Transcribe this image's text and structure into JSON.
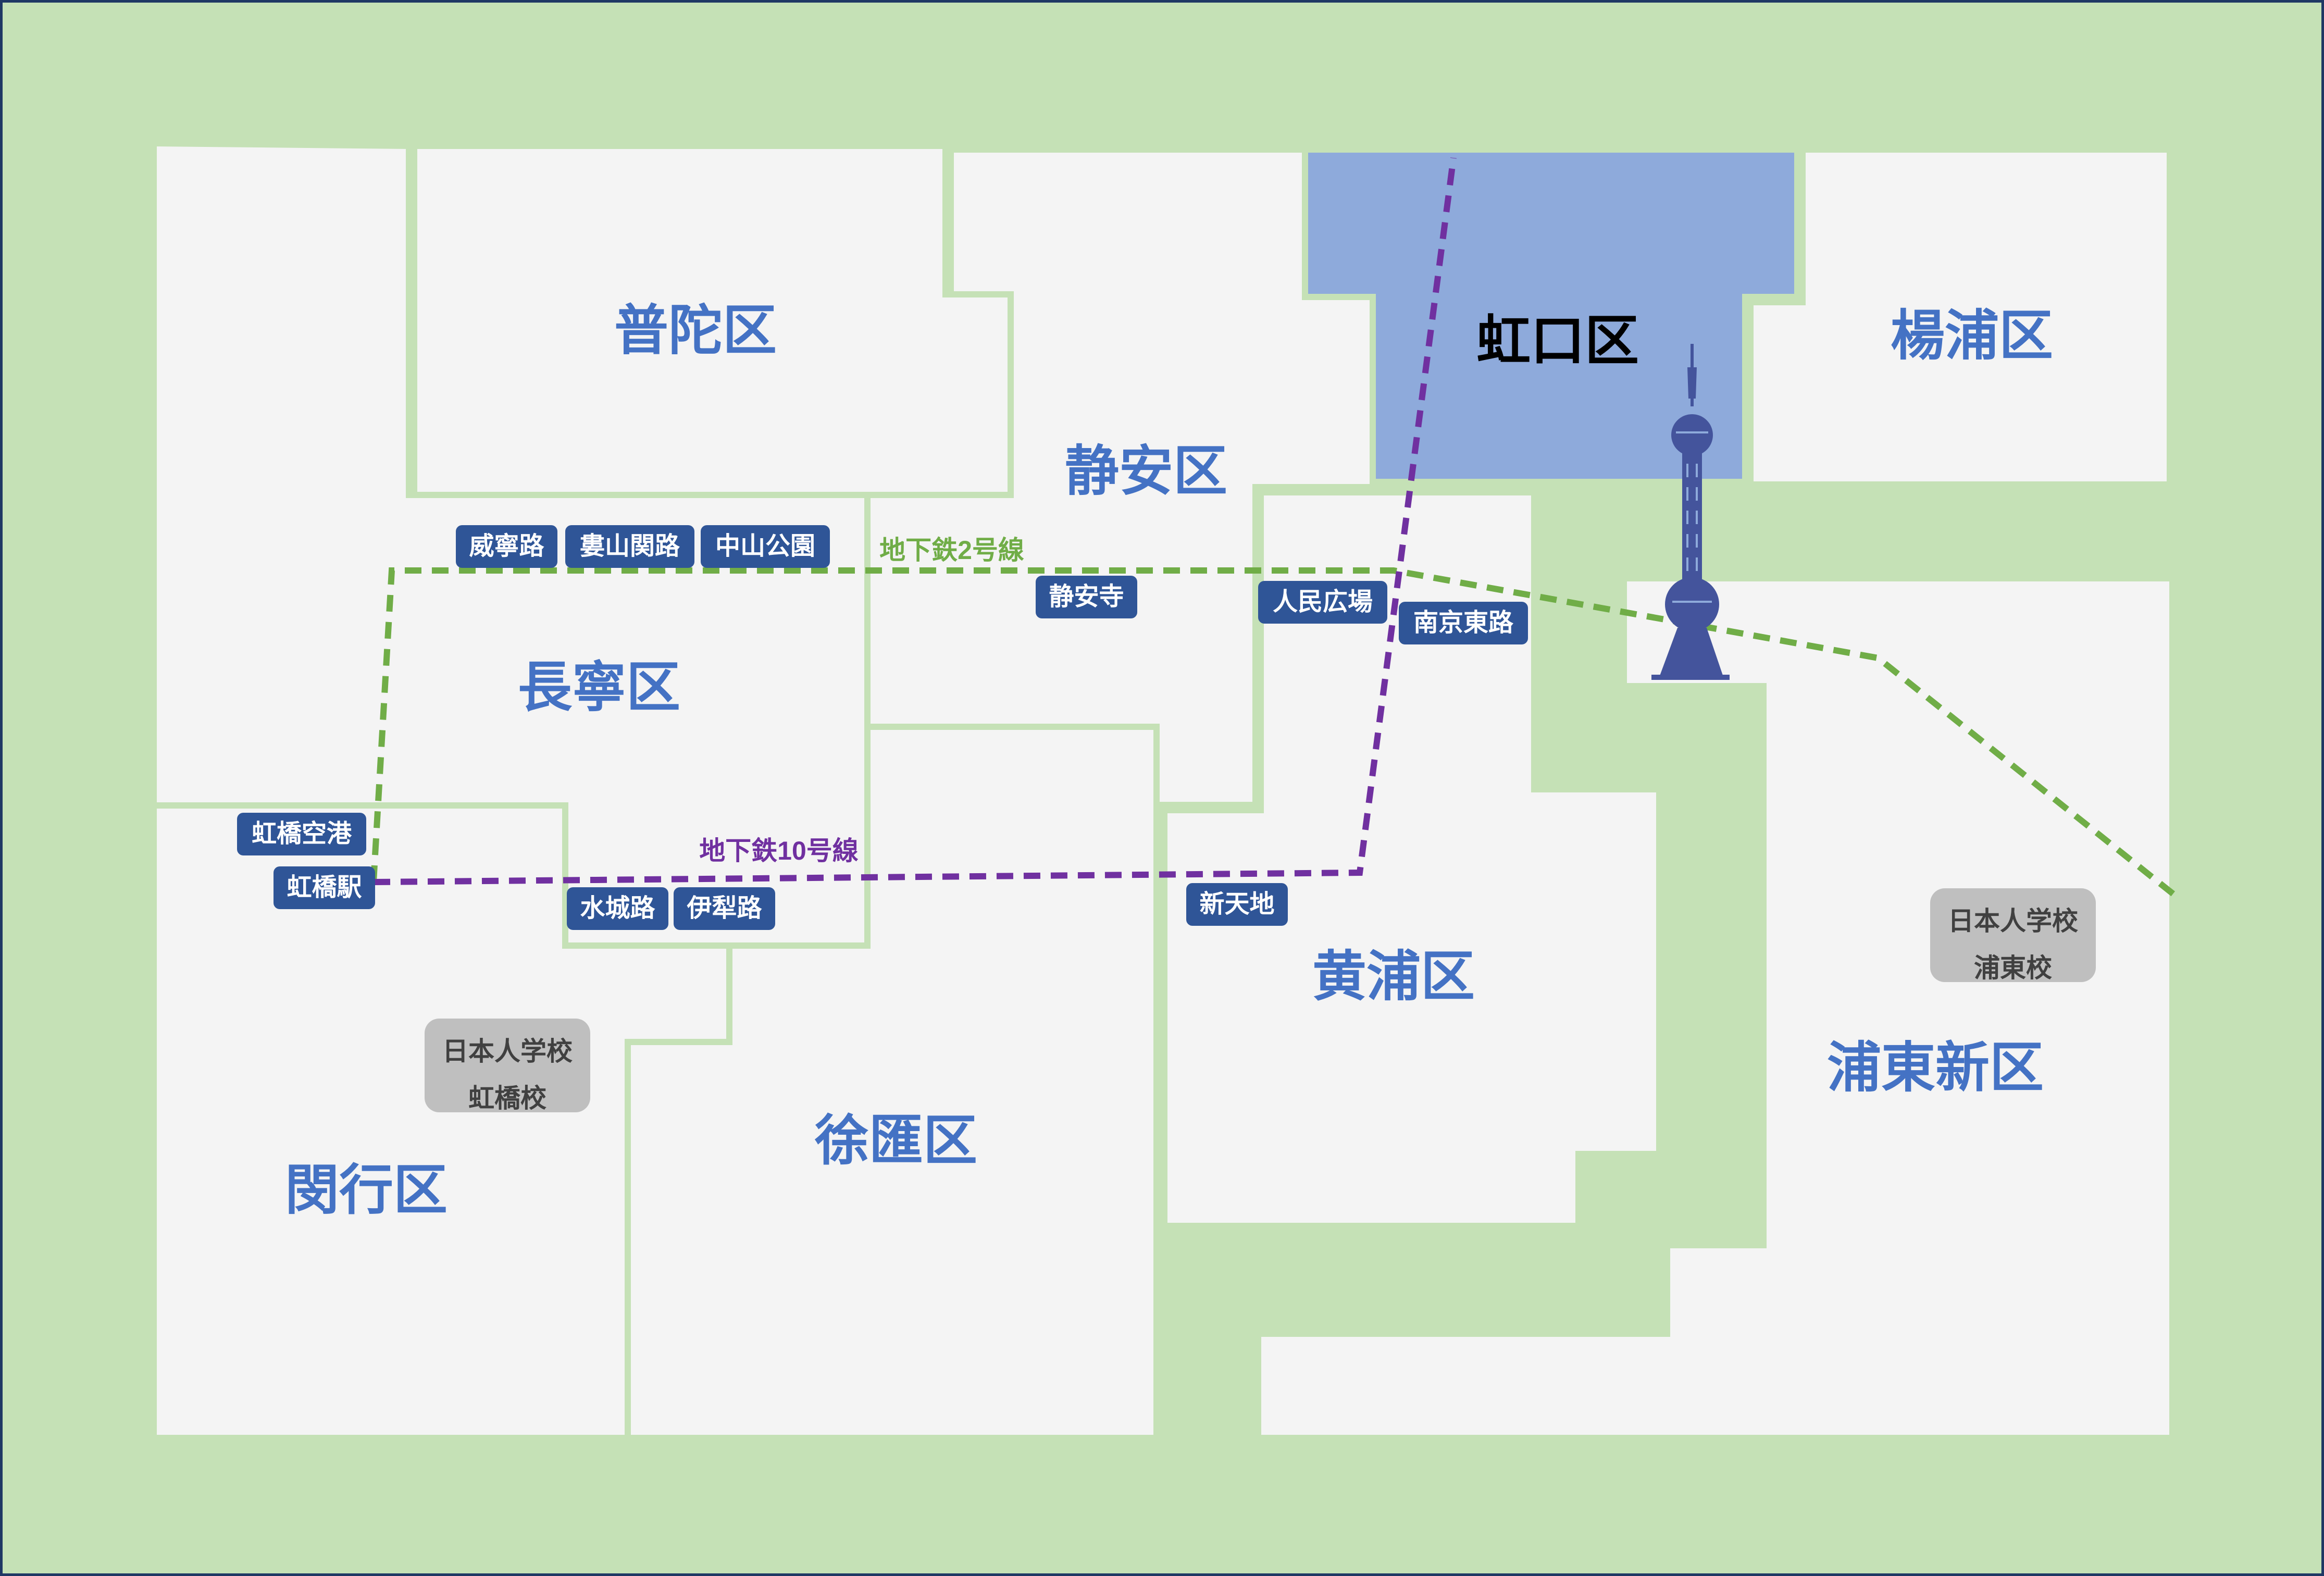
{
  "colors": {
    "water": "#c5e1b6",
    "district_fill": "#f4f4f4",
    "district_border": "#c5e1b6",
    "highlight_district": "#8eaadb",
    "district_label": "#4472c4",
    "station_badge": "#2f5597",
    "school_badge": "#bfbfbf",
    "metro_line_2": "#70ad47",
    "metro_line_10": "#7030a0",
    "tower": "#44549c"
  },
  "districts": [
    {
      "id": "putuo",
      "name": "普陀区"
    },
    {
      "id": "jingan",
      "name": "静安区"
    },
    {
      "id": "hongkou",
      "name": "虹口区",
      "highlighted": true
    },
    {
      "id": "yangpu",
      "name": "楊浦区"
    },
    {
      "id": "changning",
      "name": "長寧区"
    },
    {
      "id": "huangpu",
      "name": "黄浦区"
    },
    {
      "id": "pudong",
      "name": "浦東新区"
    },
    {
      "id": "xuhui",
      "name": "徐匯区"
    },
    {
      "id": "minhang",
      "name": "閔行区"
    }
  ],
  "metro_lines": [
    {
      "id": "line-2",
      "name": "地下鉄2号線",
      "color": "#70ad47"
    },
    {
      "id": "line-10",
      "name": "地下鉄10号線",
      "color": "#7030a0"
    }
  ],
  "stations": [
    {
      "id": "weining-road",
      "name": "威寧路"
    },
    {
      "id": "loushanguan-road",
      "name": "婁山関路"
    },
    {
      "id": "zhongshan-park",
      "name": "中山公園"
    },
    {
      "id": "jingan-temple",
      "name": "静安寺"
    },
    {
      "id": "peoples-square",
      "name": "人民広場"
    },
    {
      "id": "east-nanjing-road",
      "name": "南京東路"
    },
    {
      "id": "hongqiao-airport",
      "name": "虹橋空港"
    },
    {
      "id": "hongqiao-station",
      "name": "虹橋駅"
    },
    {
      "id": "shuicheng-road",
      "name": "水城路"
    },
    {
      "id": "yili-road",
      "name": "伊犁路"
    },
    {
      "id": "xintiandi",
      "name": "新天地"
    }
  ],
  "schools": [
    {
      "id": "hongqiao-school",
      "lines": [
        "日本人学校",
        "虹橋校"
      ]
    },
    {
      "id": "pudong-school",
      "lines": [
        "日本人学校",
        "浦東校"
      ]
    }
  ],
  "landmarks": [
    {
      "id": "oriental-pearl-tower",
      "icon": "tv-tower-icon"
    }
  ]
}
